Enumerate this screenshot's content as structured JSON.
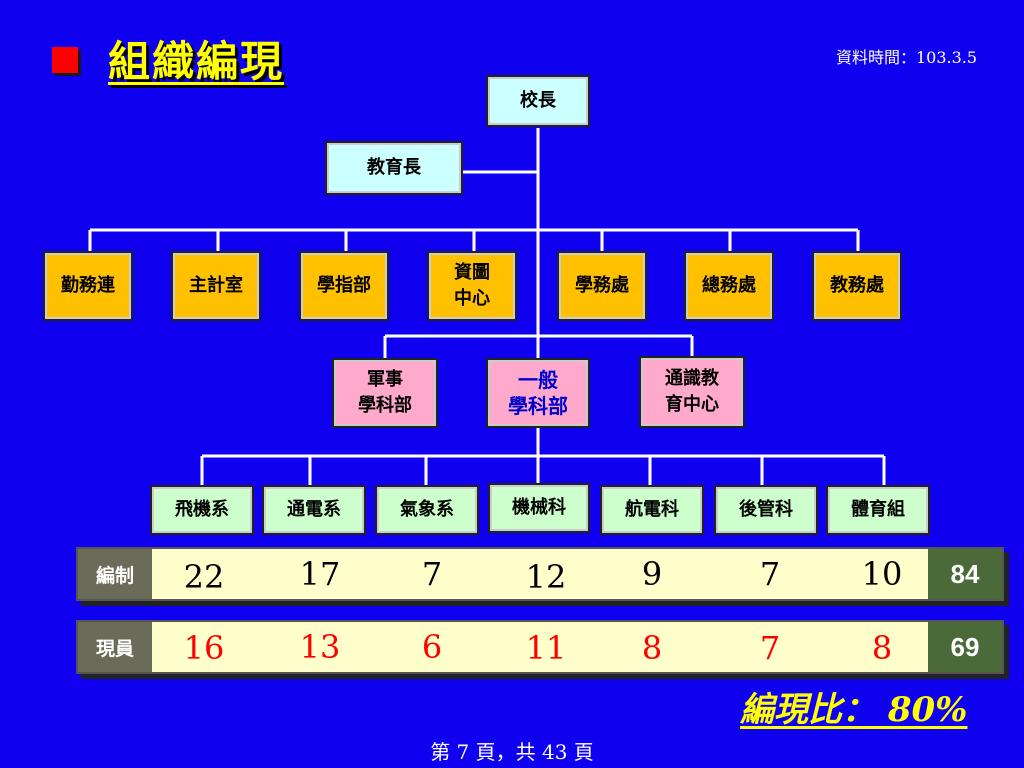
{
  "title": "組織編現",
  "date_label": "資料時間：103.3.5",
  "org": {
    "principal": "校長",
    "provost": "教育長",
    "units": [
      "勤務連",
      "主計室",
      "學指部",
      "資圖\n中心",
      "學務處",
      "總務處",
      "教務處"
    ],
    "divisions": [
      "軍事\n學科部",
      "一般\n學科部",
      "通識教\n育中心"
    ],
    "departments": [
      "飛機系",
      "通電系",
      "氣象系",
      "機械科",
      "航電科",
      "後管科",
      "體育組"
    ]
  },
  "table": {
    "planned": {
      "label": "編制",
      "values": [
        "22",
        "17",
        "7",
        "12",
        "9",
        "7",
        "10"
      ],
      "total": "84"
    },
    "actual": {
      "label": "現員",
      "values": [
        "16",
        "13",
        "6",
        "11",
        "8",
        "7",
        "8"
      ],
      "total": "69"
    }
  },
  "ratio_text": "編現比： 80%",
  "footer": "第 7 頁，共 43 頁",
  "colors": {
    "background": "#0f00f0",
    "title": "#ffff00",
    "unit": "#ffc000",
    "division": "#ffaacc",
    "department": "#ccffcc",
    "actual": "#ff0000"
  }
}
